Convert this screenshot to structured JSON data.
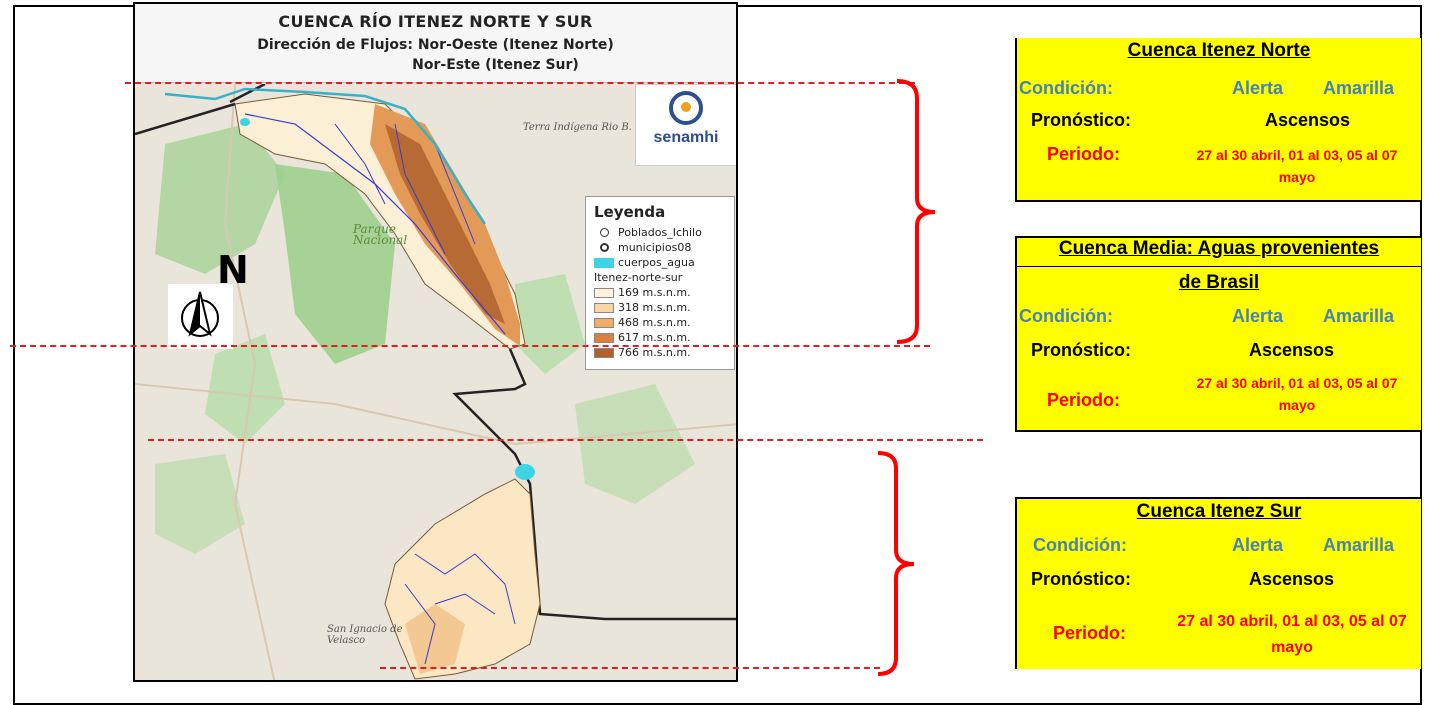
{
  "map": {
    "title": "CUENCA RÍO ITENEZ NORTE Y SUR",
    "subtitle_line1": "Dirección de Flujos: Nor-Oeste (Itenez Norte)",
    "subtitle_line2": "Nor-Este (Itenez Sur)",
    "logo_text": "senamhi",
    "north_label": "N",
    "place_labels": [
      "Terra Indígena Rio B. Guaporé",
      "Parque Nacional",
      "San Ignacio de Velasco"
    ],
    "legend": {
      "title": "Leyenda",
      "items": [
        {
          "label": "Poblados_Ichilo",
          "color": "#ffffff",
          "symbol": "dot"
        },
        {
          "label": "municipios08",
          "color": "#ffffff",
          "symbol": "ring"
        },
        {
          "label": "cuerpos_agua",
          "color": "#3ed4e6",
          "symbol": "fill"
        },
        {
          "label": "Itenez-norte-sur",
          "color": "",
          "symbol": "header"
        },
        {
          "label": "169 m.s.n.m.",
          "color": "#fdf3dc",
          "symbol": "fill"
        },
        {
          "label": "318 m.s.n.m.",
          "color": "#f9d7a4",
          "symbol": "fill"
        },
        {
          "label": "468 m.s.n.m.",
          "color": "#f0ad6a",
          "symbol": "fill"
        },
        {
          "label": "617 m.s.n.m.",
          "color": "#d9803f",
          "symbol": "fill"
        },
        {
          "label": "766 m.s.n.m.",
          "color": "#b5602a",
          "symbol": "fill"
        }
      ]
    }
  },
  "cards": [
    {
      "title": "Cuenca Itenez Norte",
      "title_line2": "",
      "condition_label": "Condición:",
      "condition_value_1": "Alerta",
      "condition_value_2": "Amarilla",
      "forecast_label": "Pronóstico:",
      "forecast_value": "Ascensos",
      "period_label": "Periodo:",
      "period_value": "27 al 30 abril, 01 al 03, 05 al 07 mayo"
    },
    {
      "title": "Cuenca  Media: Aguas provenientes",
      "title_line2": "de Brasil",
      "condition_label": "Condición:",
      "condition_value_1": "Alerta",
      "condition_value_2": "Amarilla",
      "forecast_label": "Pronóstico:",
      "forecast_value": "Ascensos",
      "period_label": "Periodo:",
      "period_value": "27 al 30 abril, 01 al 03, 05 al 07 mayo"
    },
    {
      "title": "Cuenca Itenez Sur",
      "title_line2": "",
      "condition_label": "Condición:",
      "condition_value_1": "Alerta",
      "condition_value_2": "Amarilla",
      "forecast_label": "Pronóstico:",
      "forecast_value": "Ascensos",
      "period_label": "Periodo:",
      "period_value": "27 al 30 abril, 01 al 03, 05 al 07 mayo"
    }
  ],
  "colors": {
    "card_bg": "#ffff00",
    "condition_blue": "#4682b4",
    "period_red": "#ff0000",
    "divider_red": "#e02020"
  }
}
